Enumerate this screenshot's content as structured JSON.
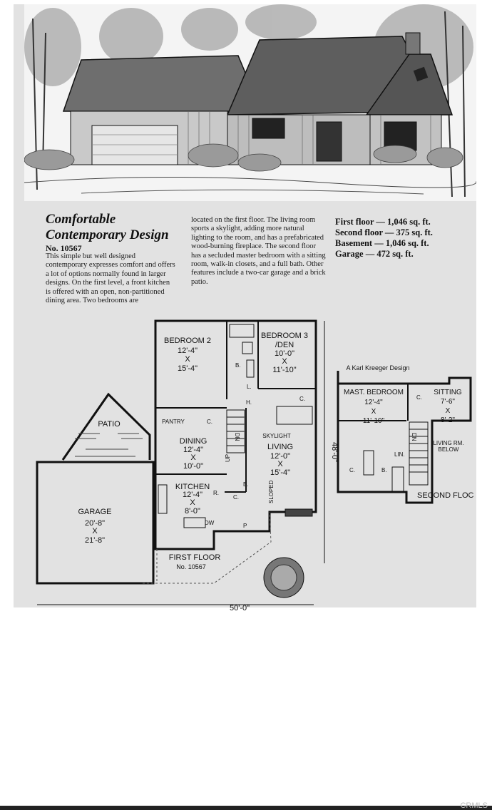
{
  "document": {
    "title_line1": "Comfortable",
    "title_line2": "Contemporary Design",
    "plan_number": "No. 10567",
    "body_col1": "This simple but well designed contemporary expresses comfort and offers a lot of options normally found in larger designs. On the first level, a front kitchen is offered with an open, non-partitioned dining area. Two bedrooms are",
    "body_col2": "located on the first floor. The living room sports a skylight, adding more natural lighting to the room, and has a prefabricated wood-burning fireplace. The second floor has a secluded master bedroom with a sitting room, walk-in closets, and a full bath. Other features include a two-car garage and a brick patio.",
    "stats": [
      "First floor — 1,046 sq. ft.",
      "Second floor — 375 sq. ft.",
      "Basement — 1,046 sq. ft.",
      "Garage — 472 sq. ft."
    ]
  },
  "floor_plan": {
    "designer": "A Karl Kreeger Design",
    "rooms": {
      "bedroom2": [
        "BEDROOM 2",
        "12'-4\"",
        "X",
        "15'-4\""
      ],
      "bedroom3": [
        "BEDROOM 3",
        "/DEN",
        "10'-0\"",
        "X",
        "11'-10\""
      ],
      "patio": "PATIO",
      "pantry": "PANTRY",
      "dining": [
        "DINING",
        "12'-4\"",
        "X",
        "10'-0\""
      ],
      "living": [
        "LIVING",
        "12'-0\"",
        "X",
        "15'-4\""
      ],
      "kitchen": [
        "KITCHEN",
        "12'-4\"",
        "X",
        "8'-0\""
      ],
      "garage": [
        "GARAGE",
        "20'-8\"",
        "X",
        "21'-8\""
      ],
      "first_floor": [
        "FIRST FLOOR",
        "No. 10567"
      ],
      "mast_bedroom": [
        "MAST. BEDROOM",
        "12'-4\"",
        "X",
        "11'-10\""
      ],
      "sitting": [
        "SITTING",
        "7'-6\"",
        "X",
        "8'-2\""
      ],
      "living_below": [
        "LIVING RM.",
        "BELOW"
      ],
      "second_floor": "SECOND FLOC"
    },
    "small_labels": {
      "skylight": "SKYLIGHT",
      "sloped": "SLOPED",
      "b": "B.",
      "c": "C.",
      "h": "H.",
      "l": "L.",
      "r": "R.",
      "e": "E.",
      "p": "P",
      "dw": "DW",
      "up": "UP",
      "dn": "DN",
      "lin": "LIN."
    },
    "dimensions": {
      "width": "50'-0\"",
      "depth": "48'-0\""
    }
  },
  "watermark": "CRMLS"
}
